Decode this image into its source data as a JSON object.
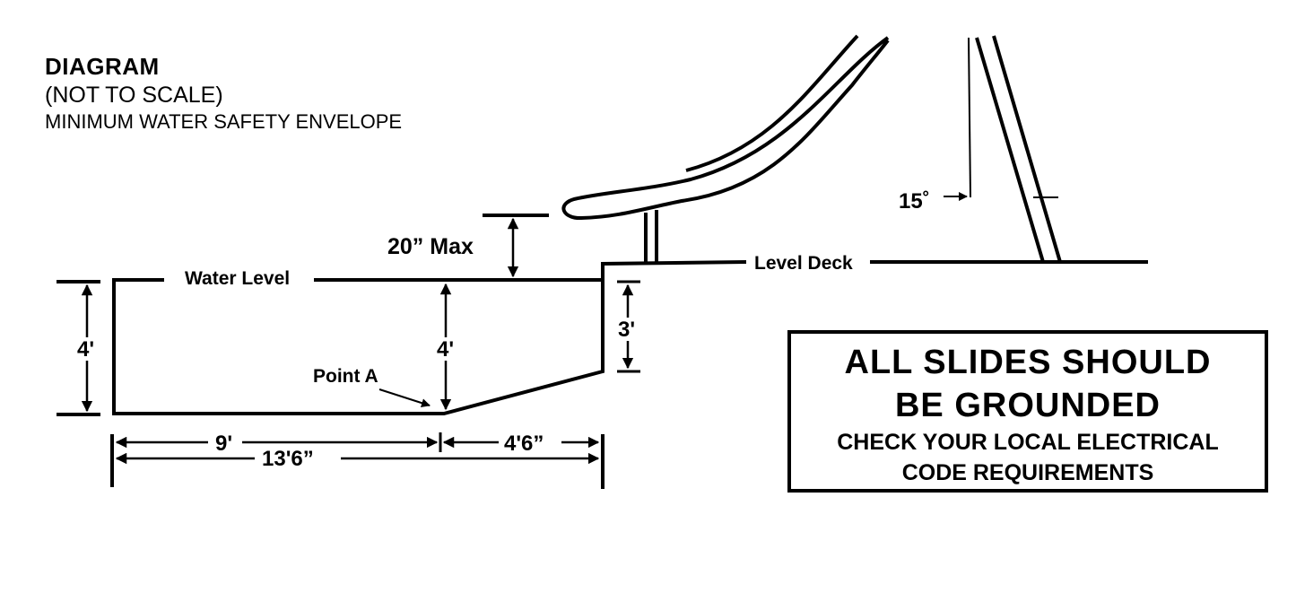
{
  "header": {
    "title": "DIAGRAM",
    "subtitle": "(NOT TO SCALE)",
    "caption": "MINIMUM WATER SAFETY ENVELOPE"
  },
  "labels": {
    "water_level": "Water Level",
    "level_deck": "Level Deck",
    "point_a": "Point A",
    "slide_height": "20” Max",
    "angle": "15˚",
    "depth_left": "4'",
    "depth_center": "4'",
    "depth_right": "3'",
    "dim_flat": "9'",
    "dim_slope": "4'6”",
    "dim_total": "13'6”"
  },
  "notice": {
    "line1": "ALL SLIDES SHOULD",
    "line2": "BE GROUNDED",
    "line3": "CHECK YOUR LOCAL ELECTRICAL",
    "line4": "CODE REQUIREMENTS"
  }
}
